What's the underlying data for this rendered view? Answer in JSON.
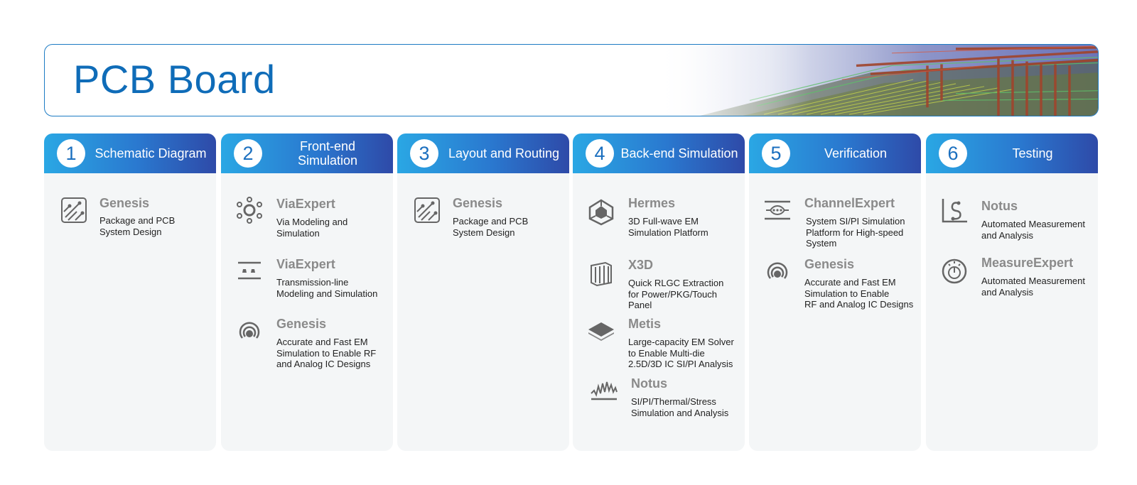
{
  "banner": {
    "title": "PCB Board"
  },
  "steps": [
    {
      "number": "1",
      "title": "Schematic Diagram",
      "tools": [
        {
          "icon": "pcb-board-icon",
          "name": "Genesis",
          "desc": "Package and PCB\nSystem Design"
        }
      ]
    },
    {
      "number": "2",
      "title": "Front-end\nSimulation",
      "tools": [
        {
          "icon": "via-ring-icon",
          "name": "ViaExpert",
          "desc": "Via Modeling and\nSimulation"
        },
        {
          "icon": "transmission-line-icon",
          "name": "ViaExpert",
          "desc": "Transmission-line\nModeling and Simulation"
        },
        {
          "icon": "em-wave-icon",
          "name": "Genesis",
          "desc": "Accurate and Fast EM\nSimulation to Enable RF\nand Analog IC Designs"
        }
      ]
    },
    {
      "number": "3",
      "title": "Layout and Routing",
      "tools": [
        {
          "icon": "pcb-board-icon",
          "name": "Genesis",
          "desc": "Package and PCB\nSystem Design"
        }
      ]
    },
    {
      "number": "4",
      "title": "Back-end Simulation",
      "tools": [
        {
          "icon": "3d-solver-icon",
          "name": "Hermes",
          "desc": "3D Full-wave EM\nSimulation Platform"
        },
        {
          "icon": "rlgc-extraction-icon",
          "name": "X3D",
          "desc": "Quick RLGC Extraction\nfor Power/PKG/Touch\nPanel"
        },
        {
          "icon": "multi-die-icon",
          "name": "Metis",
          "desc": "Large-capacity EM Solver\nto Enable Multi-die\n2.5D/3D IC SI/PI Analysis"
        },
        {
          "icon": "waveform-icon",
          "name": "Notus",
          "desc": "SI/PI/Thermal/Stress\nSimulation and Analysis"
        }
      ]
    },
    {
      "number": "5",
      "title": "Verification",
      "tools": [
        {
          "icon": "channel-icon",
          "name": "ChannelExpert",
          "desc": "System SI/PI Simulation\nPlatform for High-speed\nSystem"
        },
        {
          "icon": "em-wave-icon",
          "name": "Genesis",
          "desc": "Accurate and Fast EM\nSimulation to Enable\nRF and Analog IC Designs"
        }
      ]
    },
    {
      "number": "6",
      "title": "Testing",
      "tools": [
        {
          "icon": "measurement-icon",
          "name": "Notus",
          "desc": "Automated Measurement\n and Analysis"
        },
        {
          "icon": "gauge-icon",
          "name": "MeasureExpert",
          "desc": "Automated Measurement\nand Analysis"
        }
      ]
    }
  ],
  "colors": {
    "accent": "#0f6cb8",
    "header_start": "#2aa7e4",
    "header_end": "#2e4aa8",
    "panel": "#f4f6f7",
    "tool_name": "#8a8a8a"
  }
}
